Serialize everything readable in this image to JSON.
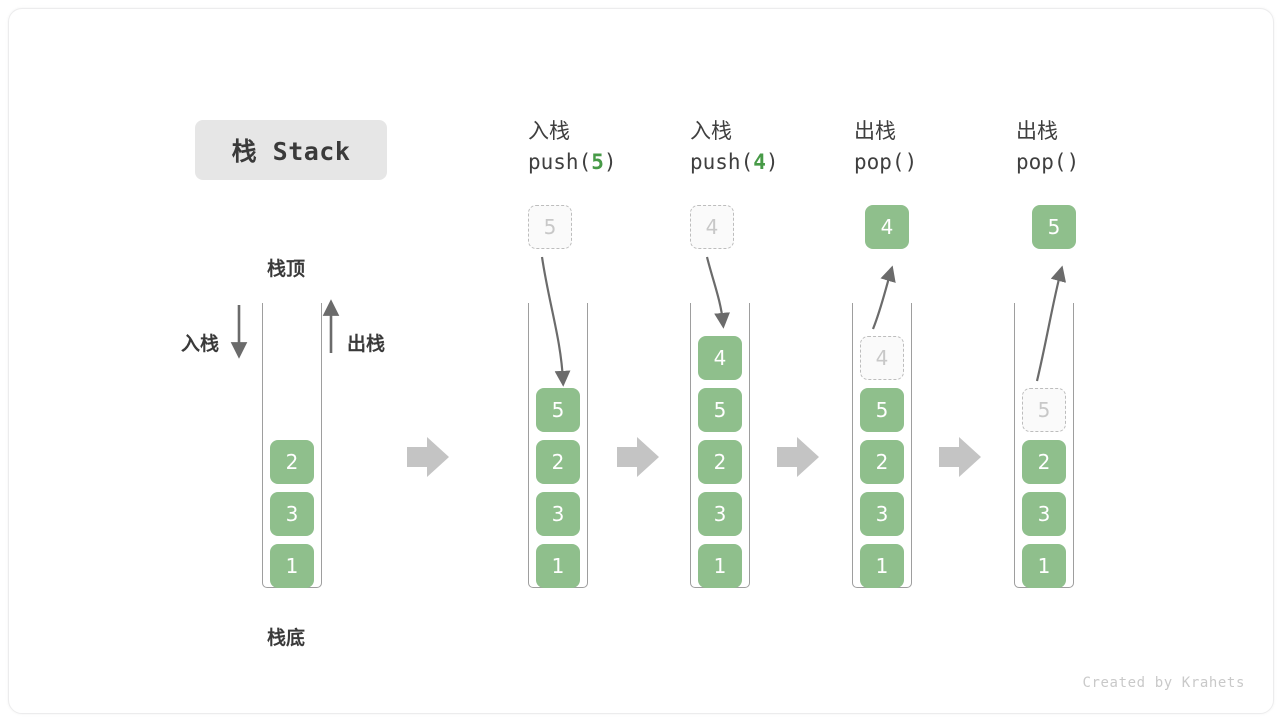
{
  "title": {
    "chip_label": "栈 Stack"
  },
  "legend": {
    "top_label": "栈顶",
    "bottom_label": "栈底",
    "push_label": "入栈",
    "pop_label": "出栈"
  },
  "credit": "Created by Krahets",
  "colors": {
    "box_fill": "#8fbf8c",
    "box_text": "#ffffff",
    "ghost_fill": "#fafafa",
    "ghost_border": "#bdbdbd",
    "ghost_text": "#c8c8c8",
    "accent_green": "#479a47",
    "chip_bg": "#e6e6e6",
    "arrow_gray": "#6b6b6b",
    "step_arrow_gray": "#c4c4c4",
    "wall_gray": "#9e9e9e",
    "text_dark": "#3a3a3a",
    "credit_gray": "#c9c9c9"
  },
  "steps": [
    {
      "id": "initial",
      "header_line1": "",
      "header_line2_pre": "",
      "header_arg": "",
      "header_line2_post": "",
      "stack": [
        "2",
        "3",
        "1"
      ],
      "floating_box": null,
      "ghost_in_stack": null
    },
    {
      "id": "push-5",
      "header_line1": "入栈",
      "header_line2_pre": "push(",
      "header_arg": "5",
      "header_line2_post": ")",
      "stack": [
        "5",
        "2",
        "3",
        "1"
      ],
      "floating_box": {
        "value": "5",
        "style": "ghost"
      },
      "ghost_in_stack": null
    },
    {
      "id": "push-4",
      "header_line1": "入栈",
      "header_line2_pre": "push(",
      "header_arg": "4",
      "header_line2_post": ")",
      "stack": [
        "4",
        "5",
        "2",
        "3",
        "1"
      ],
      "floating_box": {
        "value": "4",
        "style": "ghost"
      },
      "ghost_in_stack": null
    },
    {
      "id": "pop-1",
      "header_line1": "出栈",
      "header_line2_pre": "pop(",
      "header_arg": "",
      "header_line2_post": ")",
      "stack": [
        "5",
        "2",
        "3",
        "1"
      ],
      "floating_box": {
        "value": "4",
        "style": "filled"
      },
      "ghost_in_stack": {
        "value": "4"
      }
    },
    {
      "id": "pop-2",
      "header_line1": "出栈",
      "header_line2_pre": "pop(",
      "header_arg": "",
      "header_line2_post": ")",
      "stack": [
        "2",
        "3",
        "1"
      ],
      "floating_box": {
        "value": "5",
        "style": "filled"
      },
      "ghost_in_stack": {
        "value": "5"
      }
    }
  ]
}
